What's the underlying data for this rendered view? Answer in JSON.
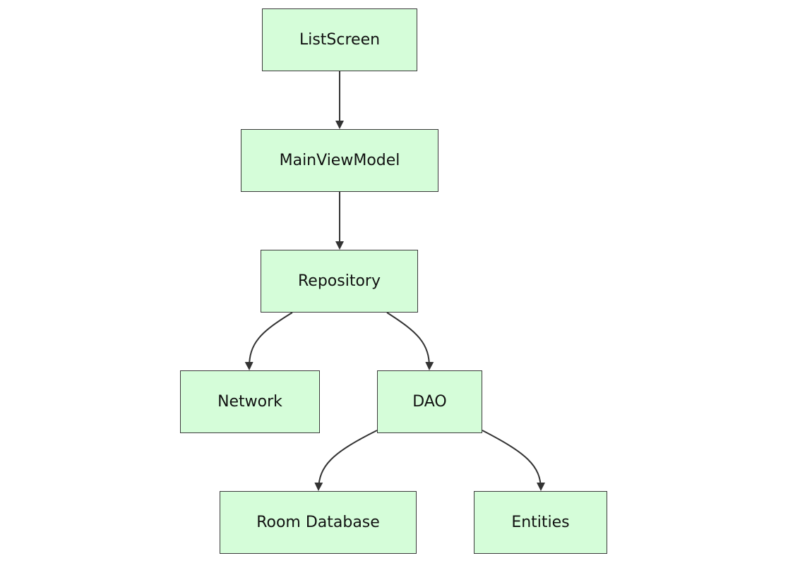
{
  "diagram": {
    "colors": {
      "node_fill": "#d5fdd9",
      "node_border": "#3a3a3a",
      "edge": "#333333",
      "text": "#111111"
    },
    "nodes": {
      "listscreen": "ListScreen",
      "mainviewmodel": "MainViewModel",
      "repository": "Repository",
      "network": "Network",
      "dao": "DAO",
      "room_database": "Room Database",
      "entities": "Entities"
    },
    "edges": [
      {
        "from": "ListScreen",
        "to": "MainViewModel"
      },
      {
        "from": "MainViewModel",
        "to": "Repository"
      },
      {
        "from": "Repository",
        "to": "Network"
      },
      {
        "from": "Repository",
        "to": "DAO"
      },
      {
        "from": "DAO",
        "to": "Room Database"
      },
      {
        "from": "DAO",
        "to": "Entities"
      }
    ]
  }
}
